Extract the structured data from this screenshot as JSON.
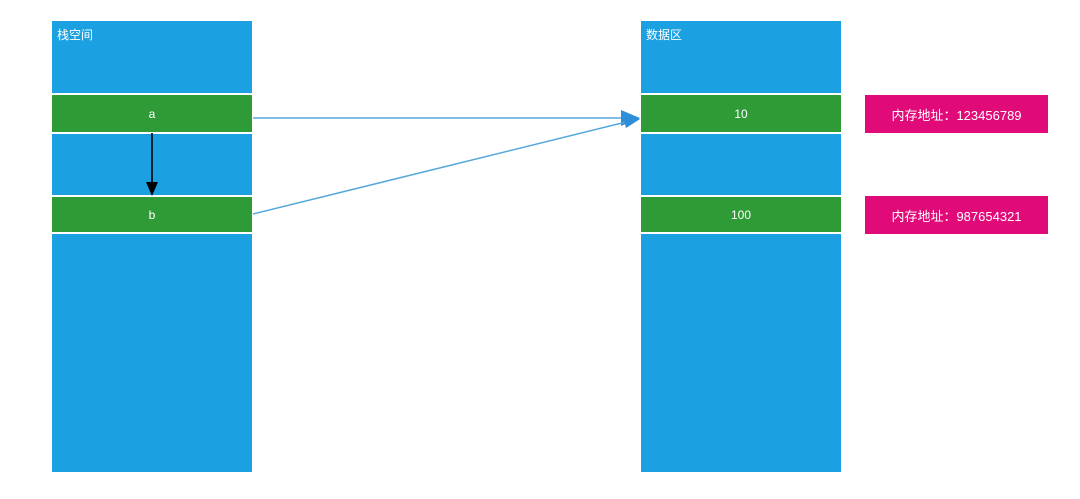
{
  "stack_column": {
    "title": "栈空间",
    "cell_a": "a",
    "cell_b": "b"
  },
  "data_column": {
    "title": "数据区",
    "cell_10": "10",
    "cell_100": "100"
  },
  "address_boxes": {
    "box1": "内存地址：123456789",
    "box2": "内存地址：987654321"
  },
  "colors": {
    "column_blue": "#1BA1E2",
    "cell_green": "#2F9B37",
    "address_pink": "#E00B78",
    "arrow_blue_line": "#55A7DC",
    "arrow_blue_head": "#2E8FD8",
    "arrow_black": "#000000",
    "text_white": "#FFFFFF",
    "canvas_bg": "#FFFFFF"
  }
}
